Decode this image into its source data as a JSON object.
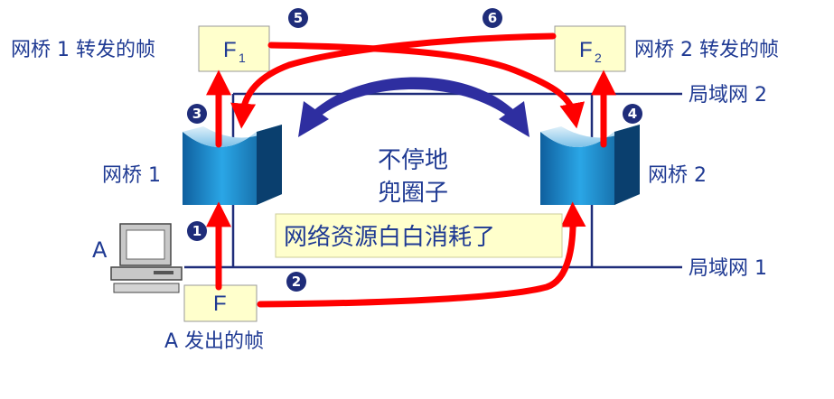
{
  "labels": {
    "bridge1_frame": "网桥 1 转发的帧",
    "bridge2_frame": "网桥 2 转发的帧",
    "lan2": "局域网 2",
    "lan1": "局域网 1",
    "bridge1": "网桥 1",
    "bridge2": "网桥 2",
    "loop_line1": "不停地",
    "loop_line2": "兜圈子",
    "wasted": "网络资源白白消耗了",
    "host": "A",
    "host_frame": "A 发出的帧"
  },
  "frames": {
    "f1_main": "F",
    "f1_sub": "1",
    "f2_main": "F",
    "f2_sub": "2",
    "f_main": "F"
  },
  "steps": [
    "1",
    "2",
    "3",
    "4",
    "5",
    "6"
  ],
  "colors": {
    "text": "#1f3a93",
    "arrow_red": "#ff0000",
    "arrow_blue": "#2e2ea0",
    "frame_fill": "#ffffcc",
    "lan_line": "#1f2d7a",
    "bridge_blue": "#1e8fd0"
  }
}
